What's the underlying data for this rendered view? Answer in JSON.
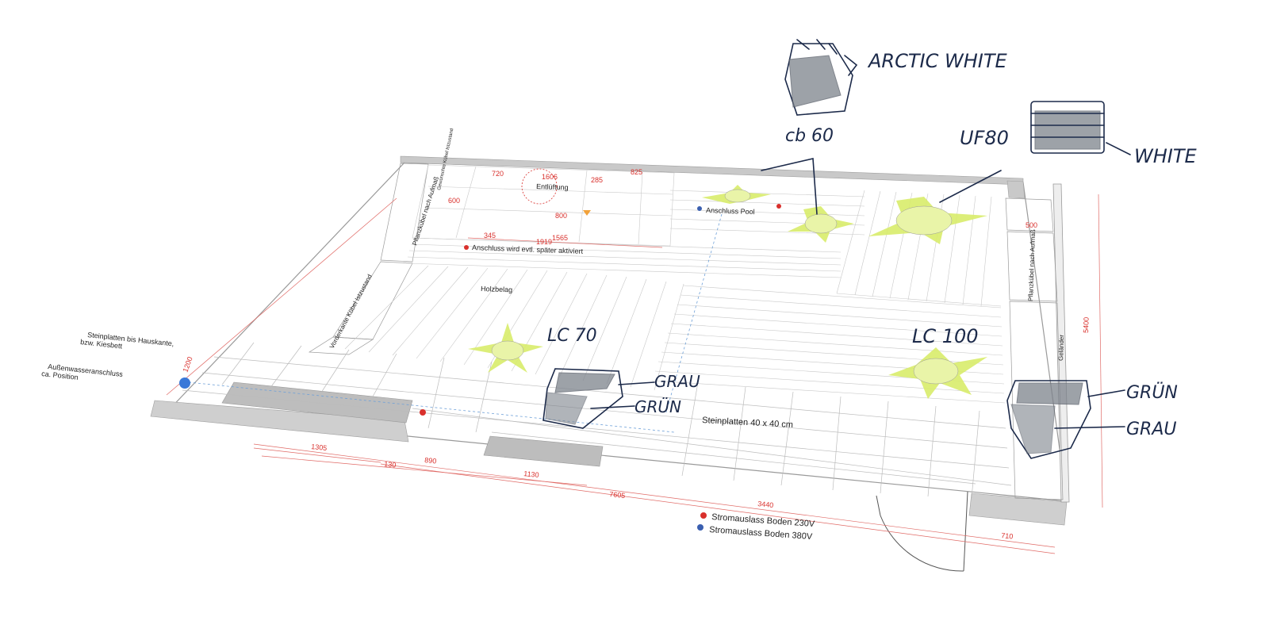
{
  "plan": {
    "labels": {
      "entlueftung": "Entlüftung",
      "anschluss_pool": "Anschluss Pool",
      "anschluss_spaeter": "Anschluss wird evtl. später aktiviert",
      "holzbelag": "Holzbelag",
      "steinplatten": "Steinplatten 40 x 40 cm",
      "gelaender": "Geländer",
      "pflanzkuebel_links": "Pflanzkübel nach Aufmaß",
      "pflanzkuebel_rechts": "Pflanzkübel nach Aufmaß",
      "vorderkante": "Vorderkante Kübel Istzustand",
      "gewuenschte": "Gewünschte Kübel Istzustand",
      "steinplatten_hauskante_1": "Steinplatten bis Hauskante,",
      "steinplatten_hauskante_2": "bzw. Kiesbett",
      "aussenwasser_1": "Außenwasseranschluss",
      "aussenwasser_2": "ca. Position"
    },
    "dimensions": {
      "d1305": "1305",
      "d130": "130",
      "d890": "890",
      "d1130": "1130",
      "d7605": "7605",
      "d3440": "3440",
      "d710": "710",
      "d500": "500",
      "d5400": "5400",
      "d1919": "1919",
      "d1565": "1565",
      "d345": "345",
      "d1606": "1606",
      "d285": "285",
      "d825": "825",
      "d720": "720",
      "d800": "800",
      "d600": "600",
      "d1200": "1200"
    },
    "legend": {
      "item_230": "Stromauslass Boden 230V",
      "item_380": "Stromauslass Boden 380V",
      "color_230": "#d9302c",
      "color_380": "#3a5fb0"
    }
  },
  "sketch_notes": {
    "arctic_white": "ARCTIC WHITE",
    "cb60": "cb 60",
    "uf80": "UF80",
    "white": "WHITE",
    "lc70": "LC 70",
    "lc100": "LC 100",
    "grau_left": "GRAU",
    "gruen_left": "GRÜN",
    "gruen_right": "GRÜN",
    "grau_right": "GRAU"
  },
  "colors": {
    "plant_green": "#d8ec6a",
    "ink": "#1c2a4a",
    "dimension_red": "#d9302c",
    "gray_planter": "#bfbfbf",
    "outlet_blue": "#3a78d8"
  }
}
